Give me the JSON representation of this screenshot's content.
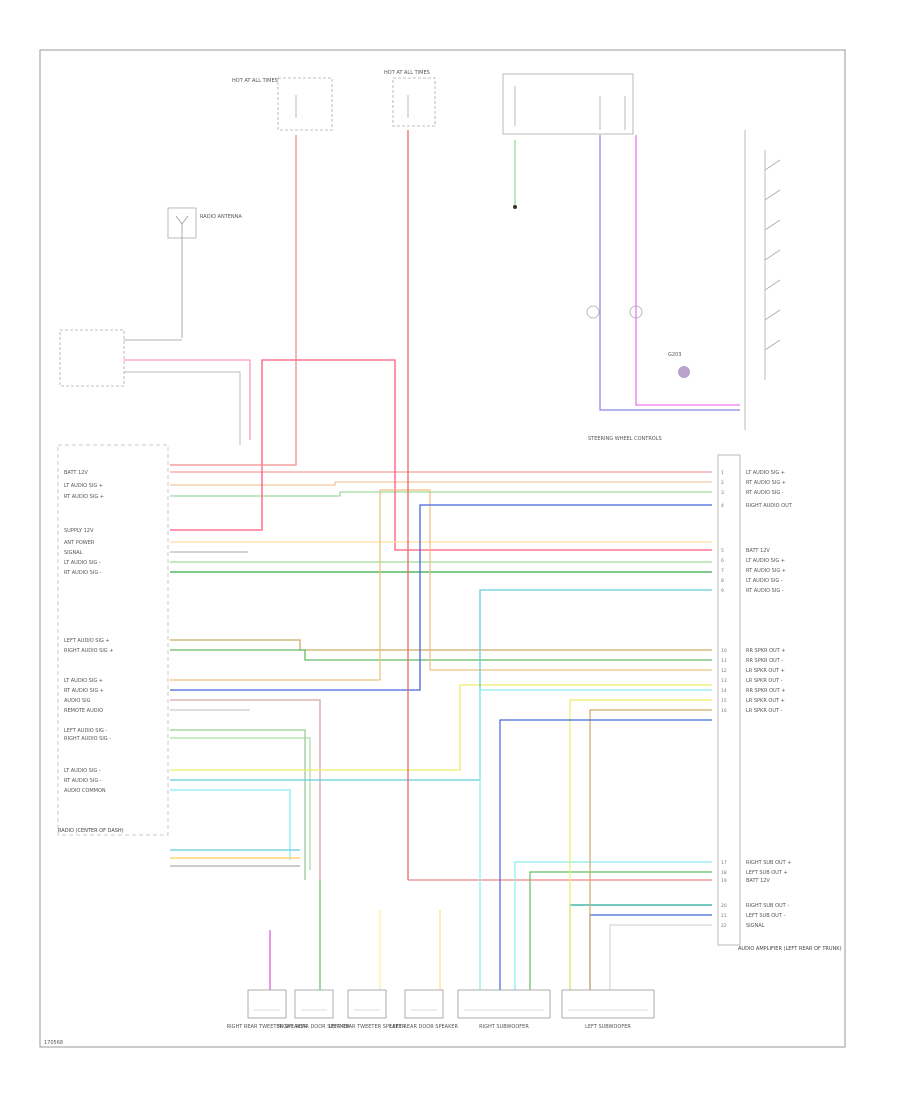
{
  "diagram": {
    "figure_code": "170568",
    "left_wires": [
      {
        "name": "BATT 12V",
        "color": "#f4a0a0"
      },
      {
        "name": "LT AUDIO SIG +",
        "color": "#f5c8a0"
      },
      {
        "name": "RT AUDIO SIG +",
        "color": "#9fdc9f"
      },
      {
        "name": "SUPPLY 12V",
        "color": "#ff5a7a"
      },
      {
        "name": "ANT POWER",
        "color": "#ffe0a0"
      },
      {
        "name": "SIGNAL",
        "color": "#bbbbbb"
      },
      {
        "name": "LT AUDIO SIG -",
        "color": "#9fdc9f"
      },
      {
        "name": "RT AUDIO SIG -",
        "color": "#33aa44"
      },
      {
        "name": "LEFT AUDIO SIG +",
        "color": "#ccaa66"
      },
      {
        "name": "RIGHT AUDIO SIG +",
        "color": "#66bb66"
      },
      {
        "name": "LT AUDIO SIG +",
        "color": "#f0c080"
      },
      {
        "name": "RT AUDIO SIG +",
        "color": "#4466dd"
      },
      {
        "name": "AUDIO SIG",
        "color": "#d7a3a3"
      },
      {
        "name": "REMOTE AUDIO",
        "color": "#cccccc"
      },
      {
        "name": "LEFT AUDIO SIG -",
        "color": "#99cc99"
      },
      {
        "name": "RIGHT AUDIO SIG -",
        "color": "#aaddaa"
      },
      {
        "name": "LT AUDIO SIG -",
        "color": "#eeee66"
      },
      {
        "name": "RT AUDIO SIG -",
        "color": "#66ccdd"
      },
      {
        "name": "AUDIO COMMON",
        "color": "#88eeee"
      }
    ],
    "right_outputs": [
      "LT AUDIO SIG +",
      "RT AUDIO SIG +",
      "RT AUDIO SIG -",
      "RIGHT AUDIO OUT",
      "BATT 12V",
      "LT AUDIO SIG +",
      "RT AUDIO SIG +",
      "LT AUDIO SIG -",
      "RT AUDIO SIG -",
      "RR SPKR OUT +",
      "RR SPKR OUT -",
      "LR SPKR OUT +",
      "LR SPKR OUT -",
      "RR SPKR OUT +",
      "LR SPKR OUT +",
      "LR SPKR OUT -",
      "RIGHT SUB OUT +",
      "LEFT SUB OUT +",
      "BATT 12V",
      "RIGHT SUB OUT -",
      "LEFT SUB OUT -",
      "SIGNAL"
    ],
    "speakers": [
      "RIGHT REAR TWEETER SPEAKER",
      "RIGHT REAR DOOR SPEAKER",
      "LEFT REAR TWEETER SPEAKER",
      "LEFT REAR DOOR SPEAKER",
      "RIGHT SUBWOOFER",
      "LEFT SUBWOOFER"
    ],
    "modules": {
      "radio": "RADIO (CENTER OF DASH)",
      "amp": "AUDIO AMPLIFIER (LEFT REAR OF TRUNK)",
      "antenna": "RADIO ANTENNA",
      "steering": "STEERING WHEEL CONTROLS",
      "fuse_left": "HOT AT ALL TIMES",
      "fuse_mid": "HOT AT ALL TIMES",
      "ground": "G203"
    }
  }
}
